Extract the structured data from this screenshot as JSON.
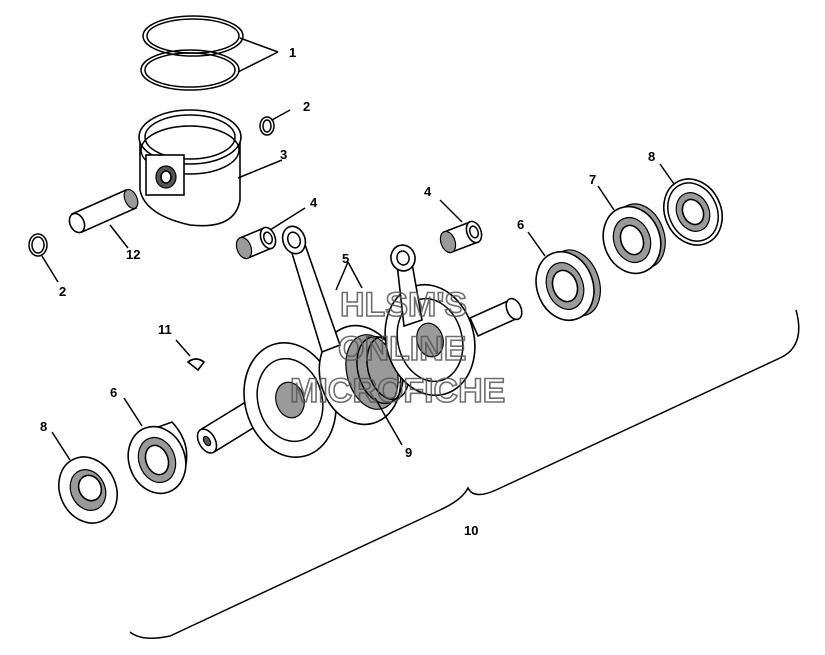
{
  "callouts": {
    "c1": "1",
    "c2a": "2",
    "c2b": "2",
    "c3": "3",
    "c4a": "4",
    "c4b": "4",
    "c5": "5",
    "c6a": "6",
    "c6b": "6",
    "c7": "7",
    "c8a": "8",
    "c8b": "8",
    "c9": "9",
    "c10": "10",
    "c11": "11",
    "c12": "12"
  },
  "watermark": {
    "line1": "HLSM'S",
    "line2": "ONLINE",
    "line3": "MICROFICHE"
  }
}
